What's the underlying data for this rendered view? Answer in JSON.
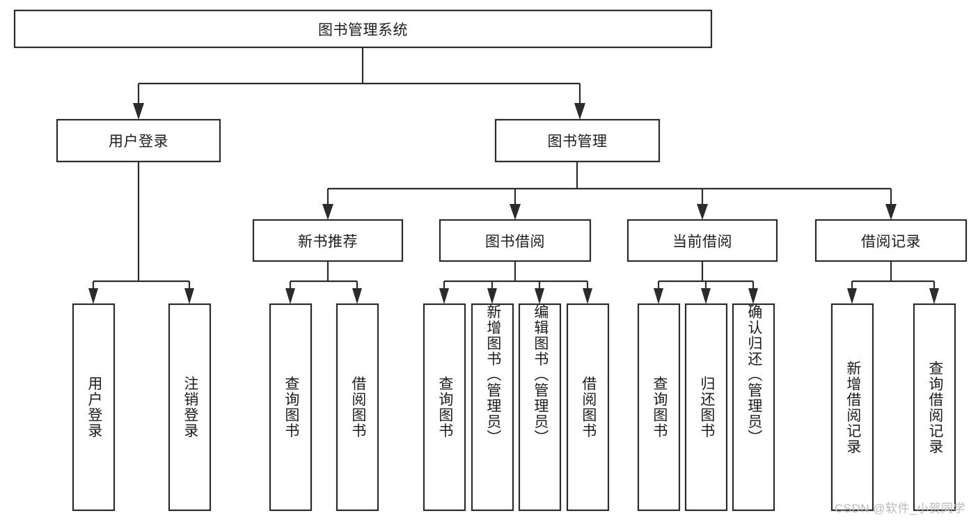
{
  "diagram": {
    "title": "图书管理系统",
    "type": "tree-hierarchy-flowchart",
    "watermark": "CSDN @软件_小贺同学",
    "colors": {
      "stroke": "#2b2b2b",
      "fill": "#ffffff",
      "text": "#1c1c1c",
      "watermark": "#b9b9b9",
      "background": "#ffffff"
    }
  },
  "root": {
    "label": "图书管理系统"
  },
  "level2": [
    {
      "label": "用户登录"
    },
    {
      "label": "图书管理"
    }
  ],
  "level3": [
    {
      "label": "新书推荐"
    },
    {
      "label": "图书借阅"
    },
    {
      "label": "当前借阅"
    },
    {
      "label": "借阅记录"
    }
  ],
  "leaves": {
    "user_login": [
      {
        "label": "用户登录"
      },
      {
        "label": "注销登录"
      }
    ],
    "new_book_recommend": [
      {
        "label": "查询图书"
      },
      {
        "label": "借阅图书"
      }
    ],
    "book_borrow": [
      {
        "label": "查询图书"
      },
      {
        "label": "新增图书（管理员）"
      },
      {
        "label": "编辑图书（管理员）"
      },
      {
        "label": "借阅图书"
      }
    ],
    "current_borrow": [
      {
        "label": "查询图书"
      },
      {
        "label": "归还图书"
      },
      {
        "label": "确认归还（管理员）"
      }
    ],
    "borrow_record": [
      {
        "label": "新增借阅记录"
      },
      {
        "label": "查询借阅记录"
      }
    ]
  }
}
